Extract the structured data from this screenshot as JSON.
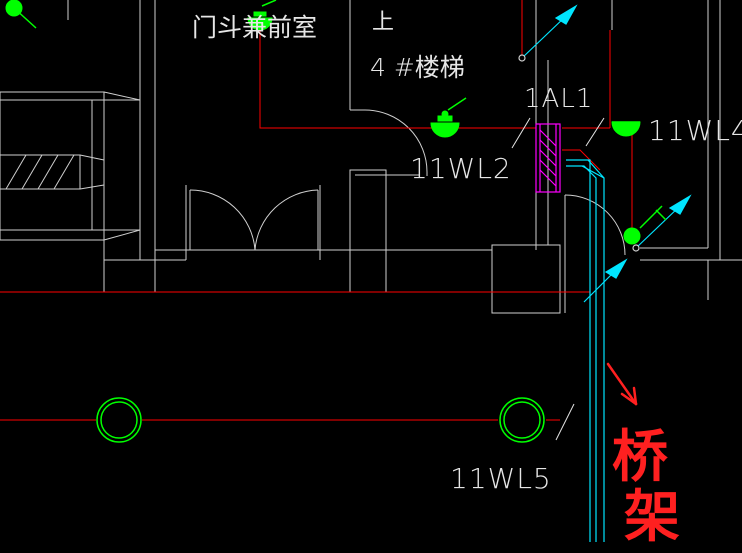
{
  "labels": {
    "room_name": "门斗兼前室",
    "up": "上",
    "stair": "4 #楼梯",
    "panel": "1AL1",
    "circuit_wl2": "11WL2",
    "circuit_wl4": "11WL4",
    "circuit_wl5": "11WL5"
  },
  "annotation": {
    "line1": "桥",
    "line2": "架"
  },
  "colors": {
    "background": "#000000",
    "wall": "#d0d0d0",
    "wire": "#ff0000",
    "lamp": "#00ff00",
    "tray": "#00ffff",
    "panel": "#ff00ff",
    "annotation": "#ff2020"
  }
}
